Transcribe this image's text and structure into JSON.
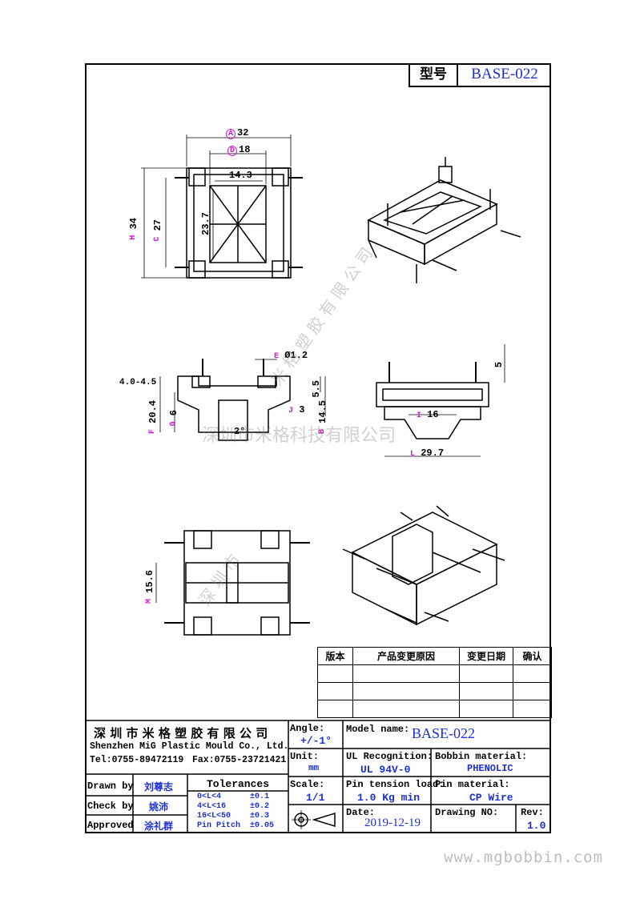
{
  "header": {
    "model_label": "型号",
    "model_value": "BASE-022"
  },
  "dimensions": {
    "A": "32",
    "D": "18",
    "top_inner": "14.3",
    "H": "34",
    "C": "27",
    "inner_height": "23.7",
    "pin_diameter": "Ø1.2",
    "left_width": "4.0-4.5",
    "F": "20.4",
    "G": "6",
    "h1": "5.5",
    "h2": "14.5",
    "j": "3",
    "angle": "2°",
    "depth": "5",
    "I": "16",
    "L": "29.7",
    "bottom_h": "15.6"
  },
  "circle_letters": {
    "A": "A",
    "D": "D",
    "H": "H",
    "C": "C",
    "E": "E",
    "F": "F",
    "G": "G",
    "B": "B",
    "J": "J",
    "I": "I",
    "L": "L",
    "M": "M"
  },
  "watermark": {
    "company": "深圳市米格科技有限公司",
    "diag1": "米 格 塑 胶 有 限 公 司",
    "diag2": "深 圳 市"
  },
  "revision_table": {
    "headers": [
      "版本",
      "产品变更原因",
      "变更日期",
      "确认"
    ],
    "rows": [
      [
        "",
        "",
        "",
        ""
      ],
      [
        "",
        "",
        "",
        ""
      ],
      [
        "",
        "",
        "",
        ""
      ]
    ]
  },
  "title_block": {
    "company_cn": "深 圳 市 米 格 塑 胶 有 限 公 司",
    "company_en": "Shenzhen MiG Plastic Mould Co., Ltd.",
    "tel": "Tel:0755-89472119",
    "fax": "Fax:0755-23721421",
    "angle_label": "Angle:",
    "angle_value": "+/-1°",
    "unit_label": "Unit:",
    "unit_value": "mm",
    "scale_label": "Scale:",
    "scale_value": "1/1",
    "model_name_label": "Model name:",
    "model_name_value": "BASE-022",
    "ul_label": "UL Recognition:",
    "ul_value": "UL 94V-0",
    "bobbin_label": "Bobbin material:",
    "bobbin_value": "PHENOLIC",
    "pin_tension_label": "Pin tension load:",
    "pin_tension_value": "1.0 Kg min",
    "pin_material_label": "Pin material:",
    "pin_material_value": "CP Wire",
    "date_label": "Date:",
    "date_value": "2019-12-19",
    "drawing_no_label": "Drawing NO:",
    "rev_label": "Rev:",
    "rev_value": "1.0",
    "drawn_by_label": "Drawn by",
    "drawn_by_value": "刘尊志",
    "check_by_label": "Check by",
    "check_by_value": "姚沛",
    "approved_label": "Approved",
    "approved_value": "涂礼群",
    "tolerances_label": "Tolerances",
    "tolerances": [
      {
        "range": "0<L<4",
        "value": "±0.1"
      },
      {
        "range": "4<L<16",
        "value": "±0.2"
      },
      {
        "range": "16<L<50",
        "value": "±0.3"
      },
      {
        "range": "Pin Pitch",
        "value": "±0.05"
      }
    ]
  },
  "footer_url": "www.mgbobbin.com"
}
